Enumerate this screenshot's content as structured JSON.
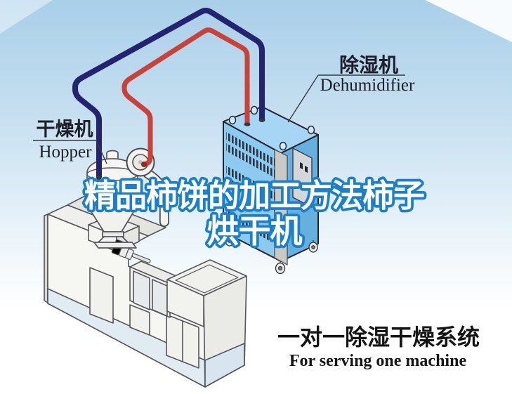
{
  "scene": {
    "headline": {
      "line1": "精品柿饼的加工方法柿子",
      "line2": "烘干机",
      "fill_color": "#ffffff",
      "outline_color": "#1b80c9"
    },
    "labels": {
      "hopper": {
        "zh": "干燥机",
        "en": "Hopper"
      },
      "dehumidifier": {
        "zh": "除湿机",
        "en": "Dehumidifier"
      }
    },
    "caption": {
      "zh": "一对一除湿干燥系统",
      "en": "For serving one machine"
    },
    "colors": {
      "sky_top": "#a9cfe9",
      "sky_mid": "#d3e7f4",
      "sky_bottom": "#ffffff",
      "pipe_cold_return": "#232370",
      "pipe_hot_supply": "#c9423a",
      "dehumidifier_left_face": "#8ccaf0",
      "dehumidifier_right_face": "#66b0e0",
      "dehumidifier_top_face": "#a6d6f4",
      "machine_body": "#f6f6f3",
      "machine_base": "#e0ebf2",
      "label_text": "#1e1e28",
      "caption_text": "#151515"
    },
    "parts": {
      "dehumidifier_unit": "dehumidifier-cabinet",
      "drying_hopper": "drying-hopper",
      "processing_machine": "processing-machine",
      "hot_air_pipe": "red-supply-pipe",
      "return_air_pipe": "navy-return-pipe"
    }
  }
}
